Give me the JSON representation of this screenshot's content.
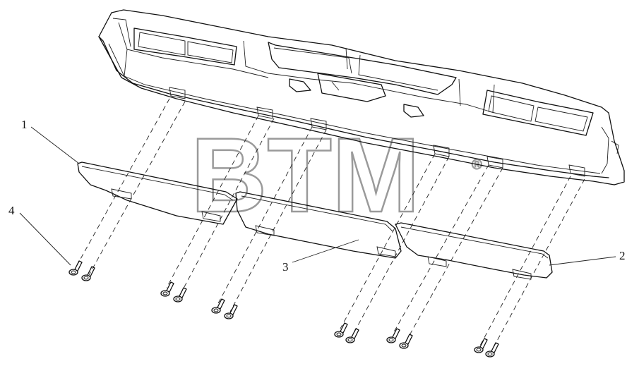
{
  "callouts": [
    {
      "id": "1",
      "label": "1"
    },
    {
      "id": "2",
      "label": "2"
    },
    {
      "id": "3",
      "label": "3"
    },
    {
      "id": "4",
      "label": "4"
    }
  ],
  "watermark": {
    "text": "BTM",
    "mark": "®"
  },
  "colors": {
    "line": "#111111",
    "watermark": "#9a9a9a",
    "background": "#ffffff"
  }
}
